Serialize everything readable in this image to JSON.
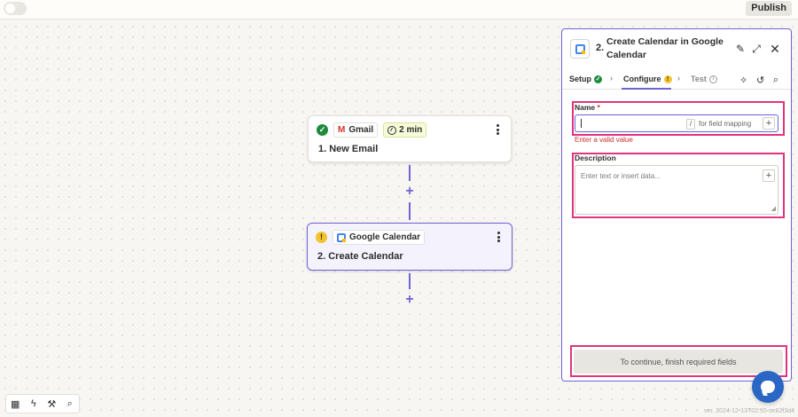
{
  "topbar": {
    "publish_label": "Publish"
  },
  "nodes": [
    {
      "app": "Gmail",
      "time": "2 min",
      "title": "1. New Email",
      "status": "ok"
    },
    {
      "app": "Google Calendar",
      "title": "2. Create Calendar",
      "status": "warning"
    }
  ],
  "panel": {
    "step_number": "2.",
    "title": "Create Calendar in Google Calendar",
    "tabs": [
      {
        "label": "Setup",
        "state": "complete"
      },
      {
        "label": "Configure",
        "state": "warning",
        "active": true
      },
      {
        "label": "Test",
        "state": "info"
      }
    ],
    "name_field": {
      "label": "Name",
      "required_mark": "*",
      "slash_key": "/",
      "mapping_hint": "for field mapping",
      "error": "Enter a valid value"
    },
    "description_field": {
      "label": "Description",
      "placeholder": "Enter text or insert data..."
    },
    "continue_label": "To continue, finish required fields"
  },
  "icons": {
    "edit": "pencil-icon",
    "expand": "expand-icon",
    "close": "close-icon",
    "ai": "sparkle-icon",
    "undo": "undo-icon",
    "search": "search-icon"
  },
  "version_text": "ver. 2024-12-13T02:55-ce82f3d4",
  "colors": {
    "accent": "#6f63d6",
    "highlight": "#e0357e",
    "error": "#d12d2d",
    "success": "#1e8a3c",
    "warning": "#f2c330"
  }
}
